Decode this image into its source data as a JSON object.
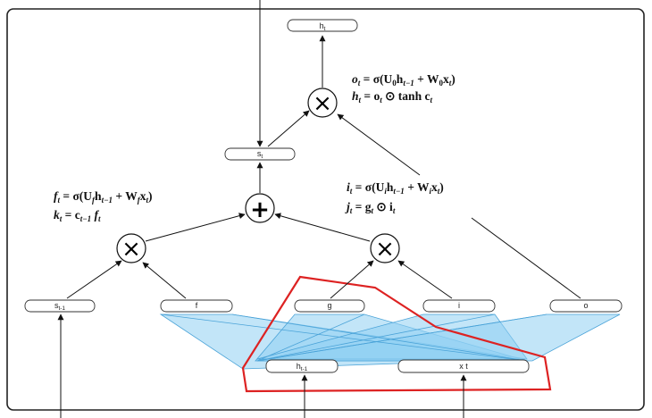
{
  "nodes": {
    "h_t": {
      "base": "h",
      "sub": "t"
    },
    "s_t": {
      "base": "s",
      "sub": "t"
    },
    "s_prev": {
      "base": "s",
      "sub": "t-1"
    },
    "f": {
      "base": "f",
      "sub": ""
    },
    "g": {
      "base": "g",
      "sub": ""
    },
    "i": {
      "base": "i",
      "sub": ""
    },
    "o": {
      "base": "o",
      "sub": ""
    },
    "h_prev": {
      "base": "h",
      "sub": "t-1"
    },
    "x_t": {
      "base": "x t",
      "sub": ""
    }
  },
  "operators": {
    "multiply_symbol": "×",
    "plus_symbol": "+"
  },
  "equations": {
    "output_gate": {
      "line1": {
        "lhs": "o",
        "lhs_sub": "t",
        "rhs": " = σ(U",
        "rhs_sub": "0",
        "rest": "h",
        "rest_sub": "t−1",
        "tail": " + W",
        "tail_sub": "0",
        "tail2": "x",
        "tail2_sub": "t",
        "close": ")"
      },
      "line2": {
        "lhs": "h",
        "lhs_sub": "t",
        "rhs": " = o",
        "rhs_sub": "t",
        "rest": " ⊙ tanh c",
        "rest_sub": "t"
      }
    },
    "forget_gate": {
      "line1": {
        "lhs": "f",
        "lhs_sub": "t",
        "rhs": " = σ(U",
        "rhs_sub": "f",
        "rest": "h",
        "rest_sub": "t−1",
        "tail": " + W",
        "tail_sub": "f",
        "tail2": "x",
        "tail2_sub": "t",
        "close": ")"
      },
      "line2": {
        "lhs": "k",
        "lhs_sub": "t",
        "rhs": " = c",
        "rhs_sub": "t−1",
        "rest": " f",
        "rest_sub": "t"
      }
    },
    "input_gate": {
      "line1": {
        "lhs": "i",
        "lhs_sub": "t",
        "rhs": " = σ(U",
        "rhs_sub": "i",
        "rest": "h",
        "rest_sub": "t−1",
        "tail": " + W",
        "tail_sub": "i",
        "tail2": "x",
        "tail2_sub": "t",
        "close": ")"
      },
      "line2": {
        "lhs": "j",
        "lhs_sub": "t",
        "rhs": " = g",
        "rhs_sub": "t",
        "rest": " ⊙ i",
        "rest_sub": "t"
      }
    }
  },
  "colors": {
    "projection_fill": "#8fd0f2",
    "projection_stroke": "#4aa3d8",
    "highlight": "#dd2222",
    "frame": "#222222"
  }
}
